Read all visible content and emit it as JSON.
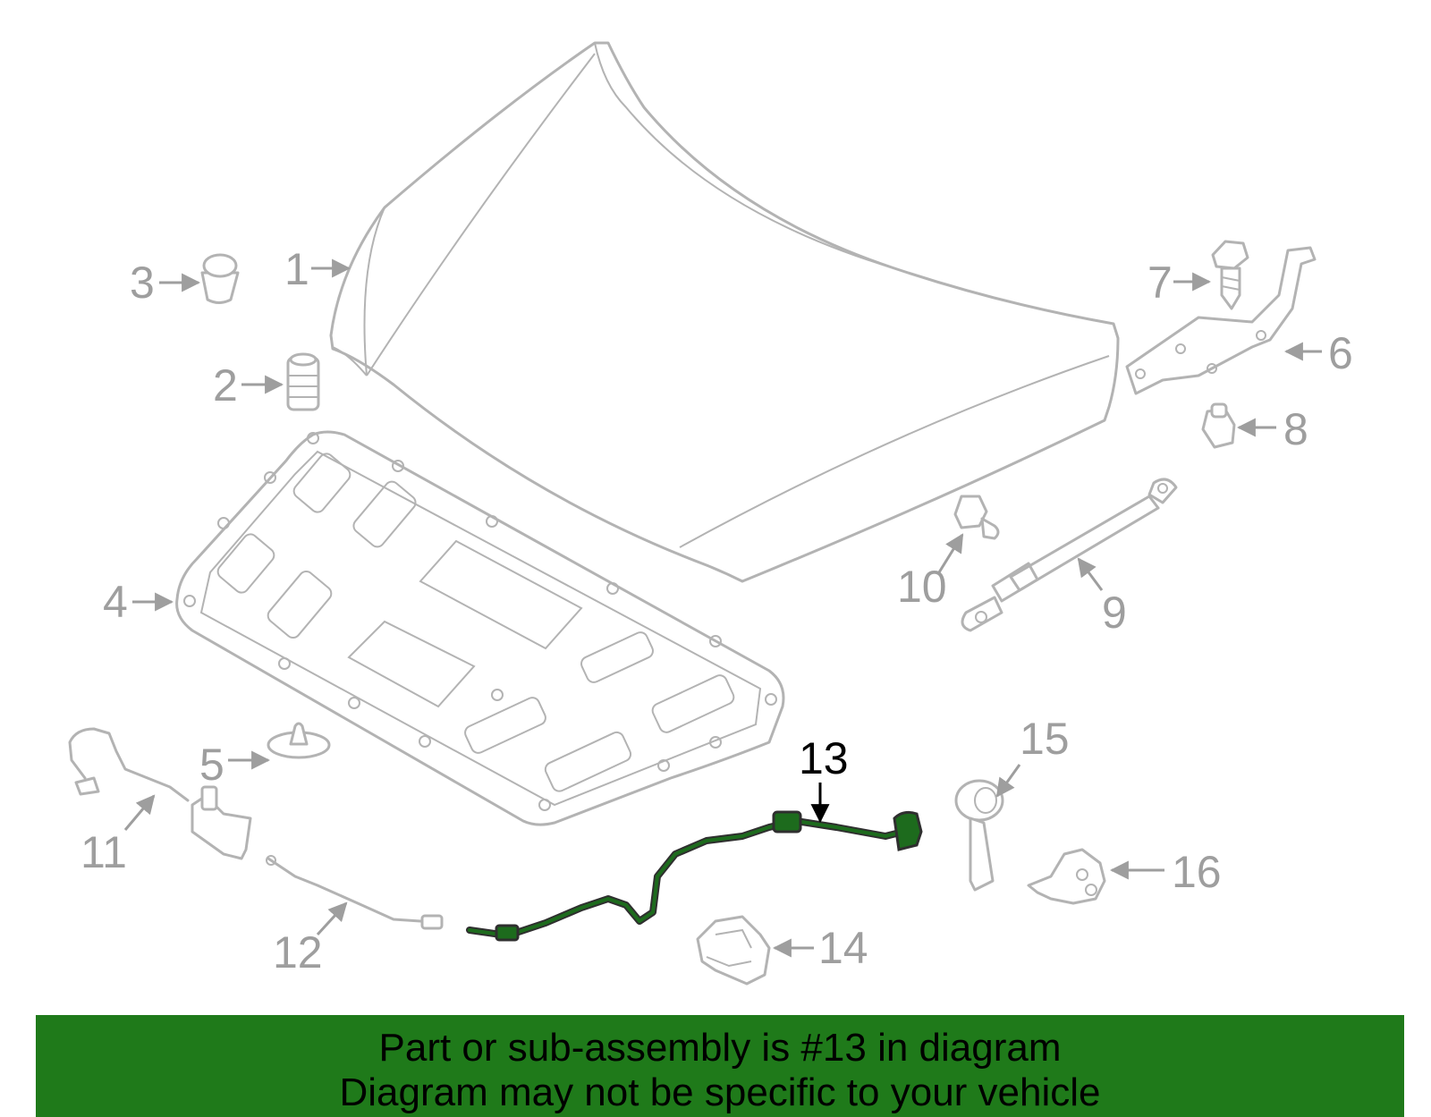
{
  "diagram": {
    "labels": {
      "p1": "1",
      "p2": "2",
      "p3": "3",
      "p4": "4",
      "p5": "5",
      "p6": "6",
      "p7": "7",
      "p8": "8",
      "p9": "9",
      "p10": "10",
      "p11": "11",
      "p12": "12",
      "p13": "13",
      "p14": "14",
      "p15": "15",
      "p16": "16"
    },
    "highlighted_part": "13",
    "colors": {
      "part_outline": "#b3b3b3",
      "label": "#9e9e9e",
      "highlight": "#1d6b1d",
      "banner": "#1f7a1a"
    }
  },
  "banner": {
    "line1": "Part or sub-assembly is #13 in diagram",
    "line2": "Diagram may not be specific to your vehicle"
  }
}
